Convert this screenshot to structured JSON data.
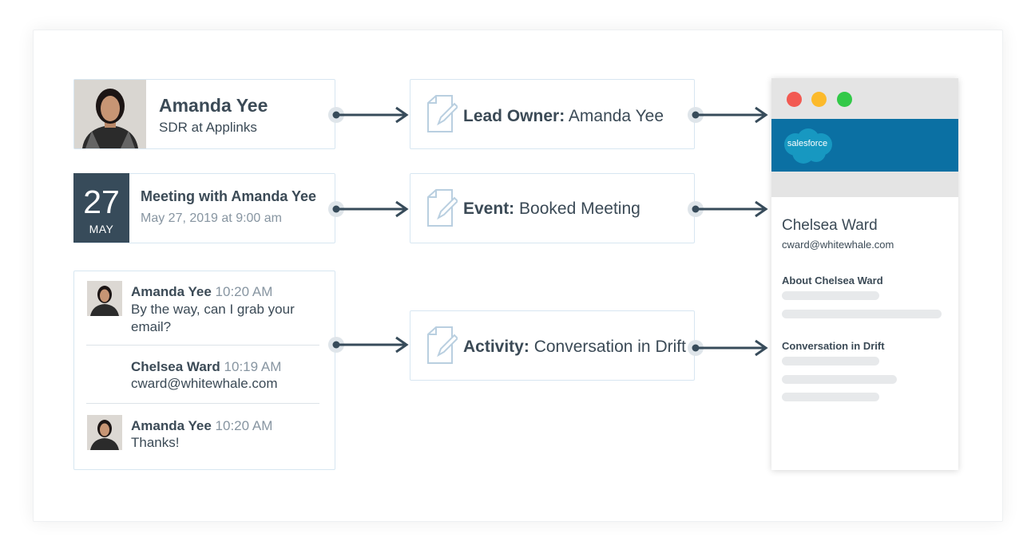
{
  "profile": {
    "name": "Amanda Yee",
    "role": "SDR at Applinks"
  },
  "meeting": {
    "day": "27",
    "month": "MAY",
    "title": "Meeting with Amanda Yee",
    "datetime": "May 27, 2019 at 9:00 am"
  },
  "chat": {
    "messages": [
      {
        "name": "Amanda Yee",
        "time": "10:20 AM",
        "line1": "By the way, can I grab your",
        "line2": "email?"
      },
      {
        "name": "Chelsea Ward",
        "time": "10:19 AM",
        "line1": "cward@whitewhale.com",
        "line2": ""
      },
      {
        "name": "Amanda Yee",
        "time": "10:20 AM",
        "line1": "Thanks!",
        "line2": ""
      }
    ]
  },
  "fields": [
    {
      "label": "Lead Owner:",
      "value": "Amanda Yee"
    },
    {
      "label": "Event:",
      "value": "Booked Meeting"
    },
    {
      "label": "Activity:",
      "value": "Conversation in Drift"
    }
  ],
  "crm": {
    "logo_text": "salesforce",
    "contact_name": "Chelsea Ward",
    "contact_email": "cward@whitewhale.com",
    "section_about": "About Chelsea Ward",
    "section_conversation": "Conversation in Drift"
  },
  "colors": {
    "dark_slate": "#374b5a",
    "text": "#3b4a56",
    "muted": "#8795a1",
    "card_border": "#d7e6f1",
    "salesforce_blue": "#0b70a3",
    "salesforce_cloud": "#1798c1",
    "dot_red": "#f25a52",
    "dot_yellow": "#fcba2b",
    "dot_green": "#32c948"
  }
}
